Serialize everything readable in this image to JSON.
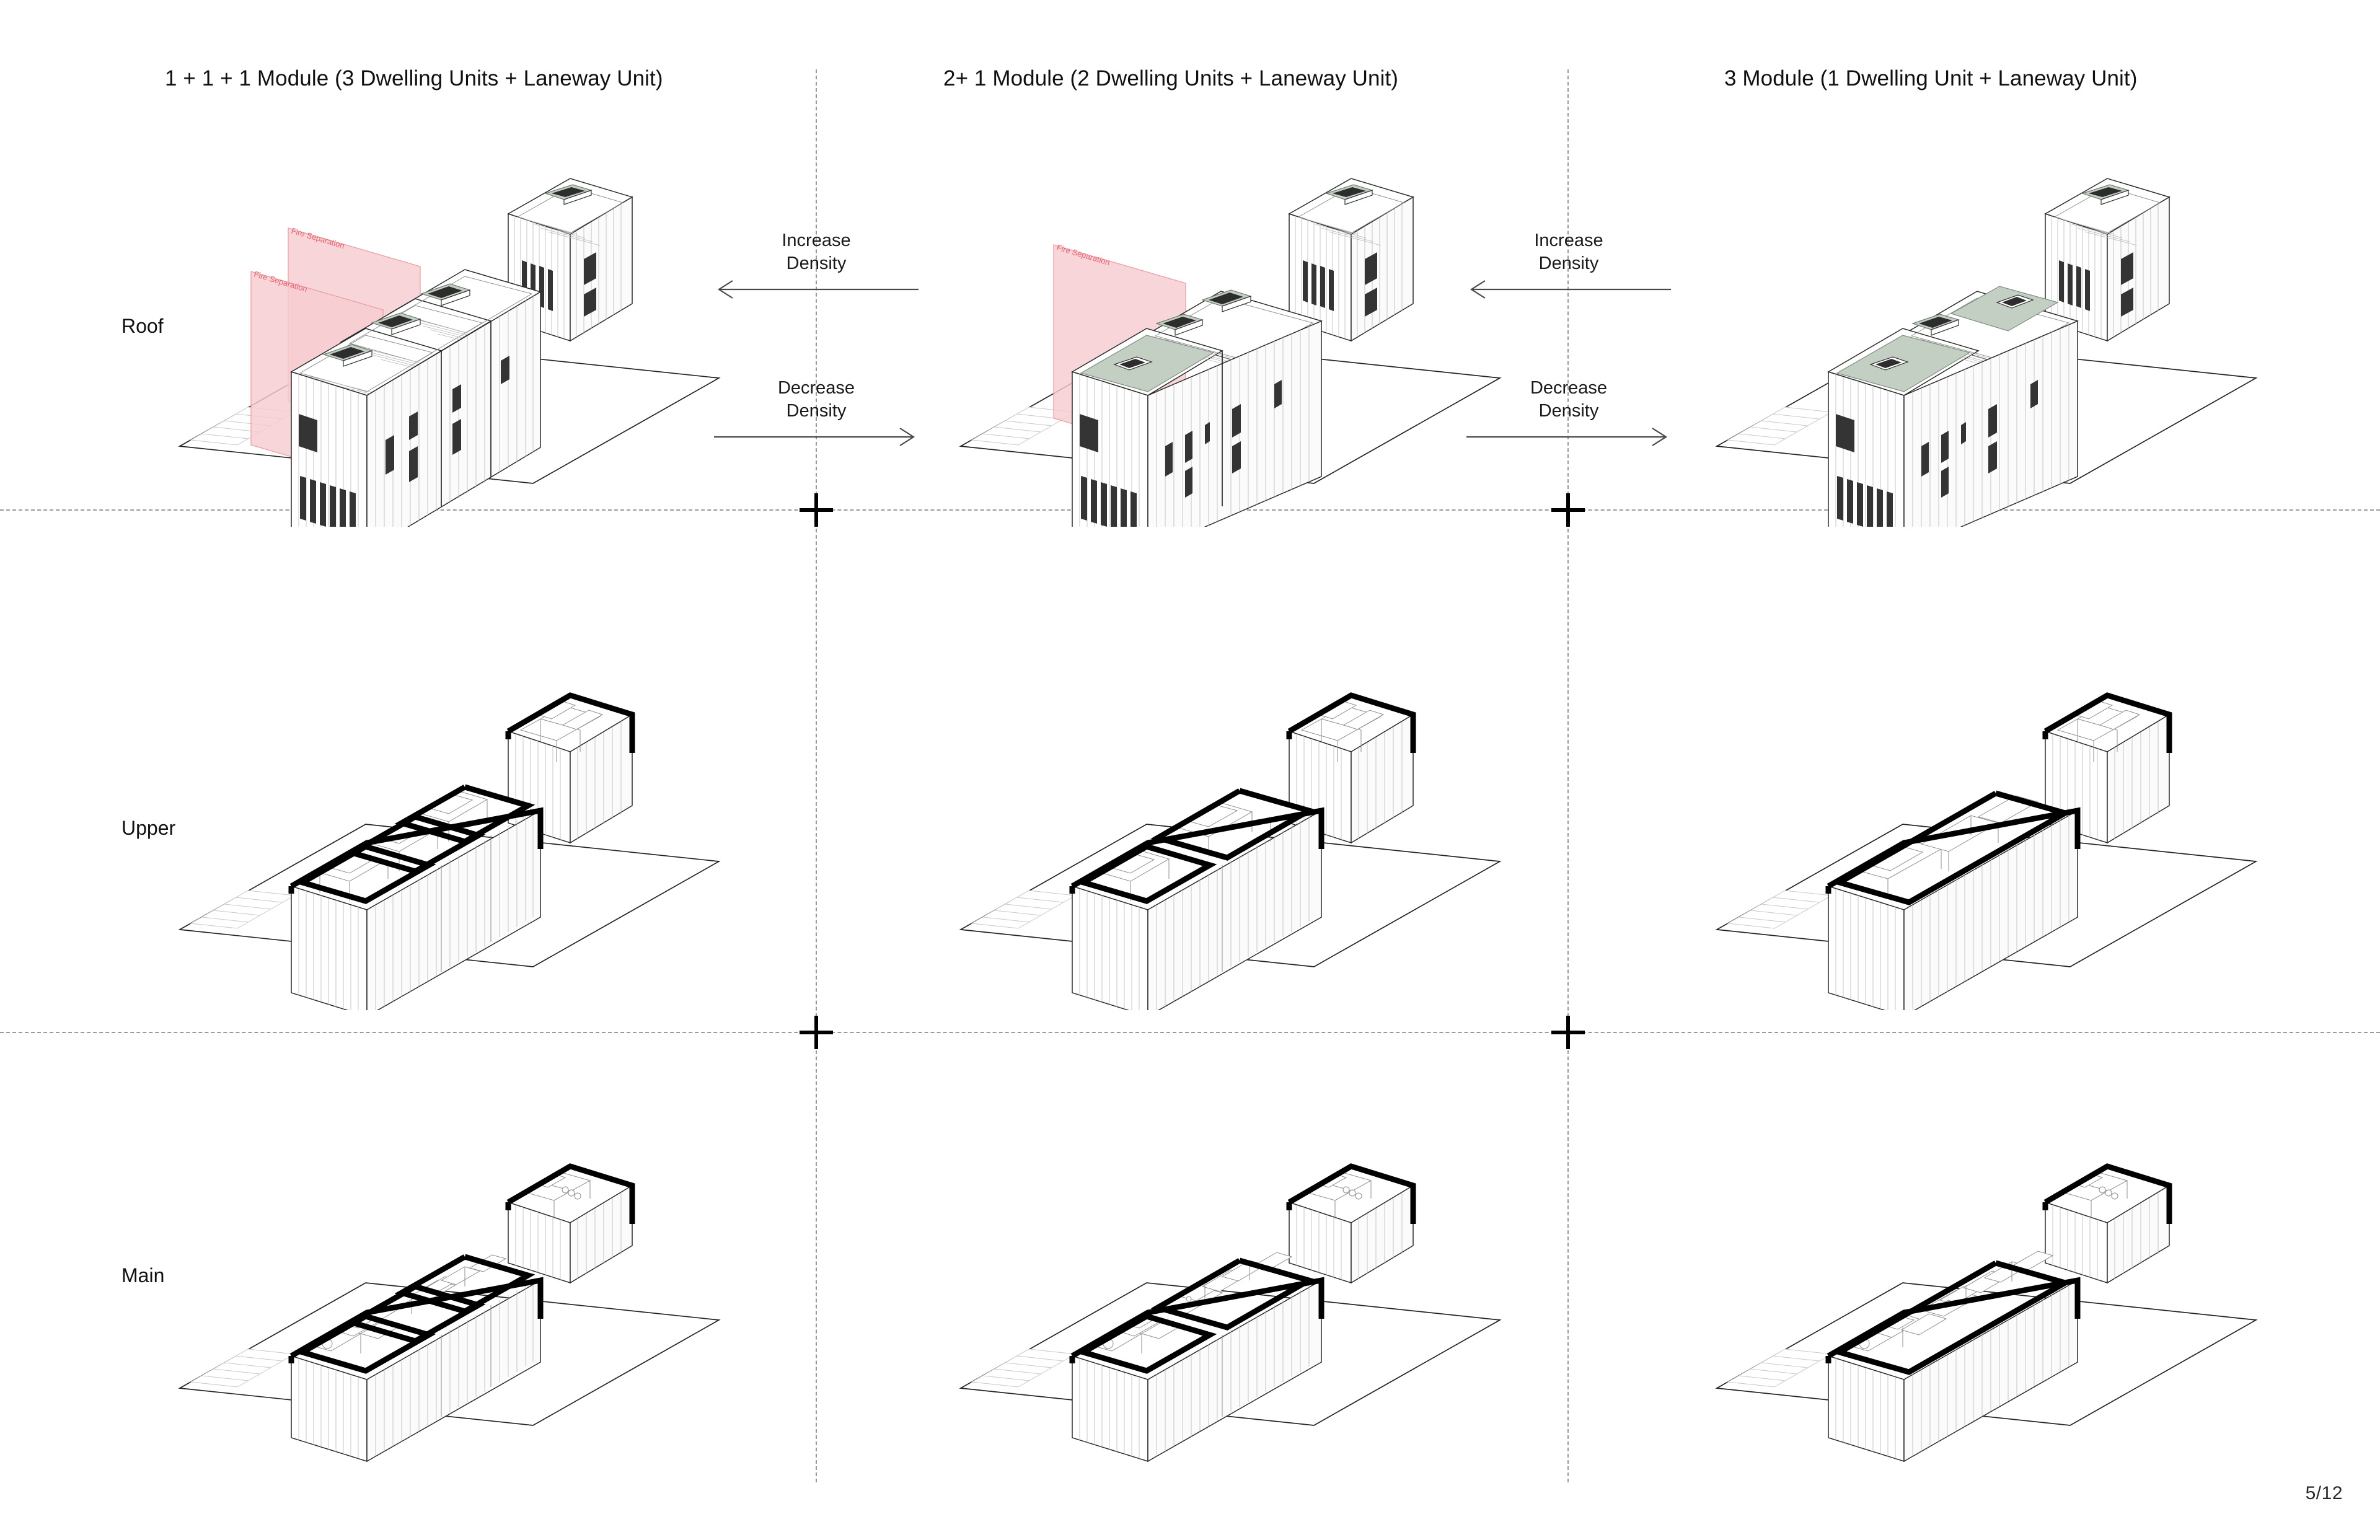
{
  "sheet": {
    "page_number": "5/12",
    "background_color": "#ffffff",
    "accent_fire_color": "#e4616e",
    "fire_plane_fill": "#f7ccd0",
    "green_roof_color": "#c3cfc2",
    "line_color": "#1b1b1b",
    "grid_line_color": "#9a9a9a"
  },
  "columns": [
    {
      "id": "col-1",
      "title": "1 + 1 + 1 Module (3 Dwelling Units + Laneway Unit)",
      "modules": 3,
      "dwelling_units": 3,
      "laneway_units": 1,
      "fire_separations": 2,
      "green_roofs": 0
    },
    {
      "id": "col-2",
      "title": "2+ 1 Module  (2 Dwelling Units + Laneway Unit)",
      "modules": 2,
      "dwelling_units": 2,
      "laneway_units": 1,
      "fire_separations": 1,
      "green_roofs": 1
    },
    {
      "id": "col-3",
      "title": "3 Module (1 Dwelling Unit + Laneway Unit)",
      "modules": 1,
      "dwelling_units": 1,
      "laneway_units": 1,
      "fire_separations": 0,
      "green_roofs": 2
    }
  ],
  "rows": [
    {
      "id": "row-roof",
      "label": "Roof"
    },
    {
      "id": "row-upper",
      "label": "Upper"
    },
    {
      "id": "row-main",
      "label": "Main"
    }
  ],
  "density_controls": [
    {
      "id": "density-left",
      "increase_label": "Increase\nDensity",
      "increase_direction": "left",
      "decrease_label": "Decrease\nDensity",
      "decrease_direction": "right"
    },
    {
      "id": "density-right",
      "increase_label": "Increase\nDensity",
      "increase_direction": "left",
      "decrease_label": "Decrease\nDensity",
      "decrease_direction": "right"
    }
  ],
  "annotations": {
    "fire_separation_label": "Fire Separation"
  }
}
